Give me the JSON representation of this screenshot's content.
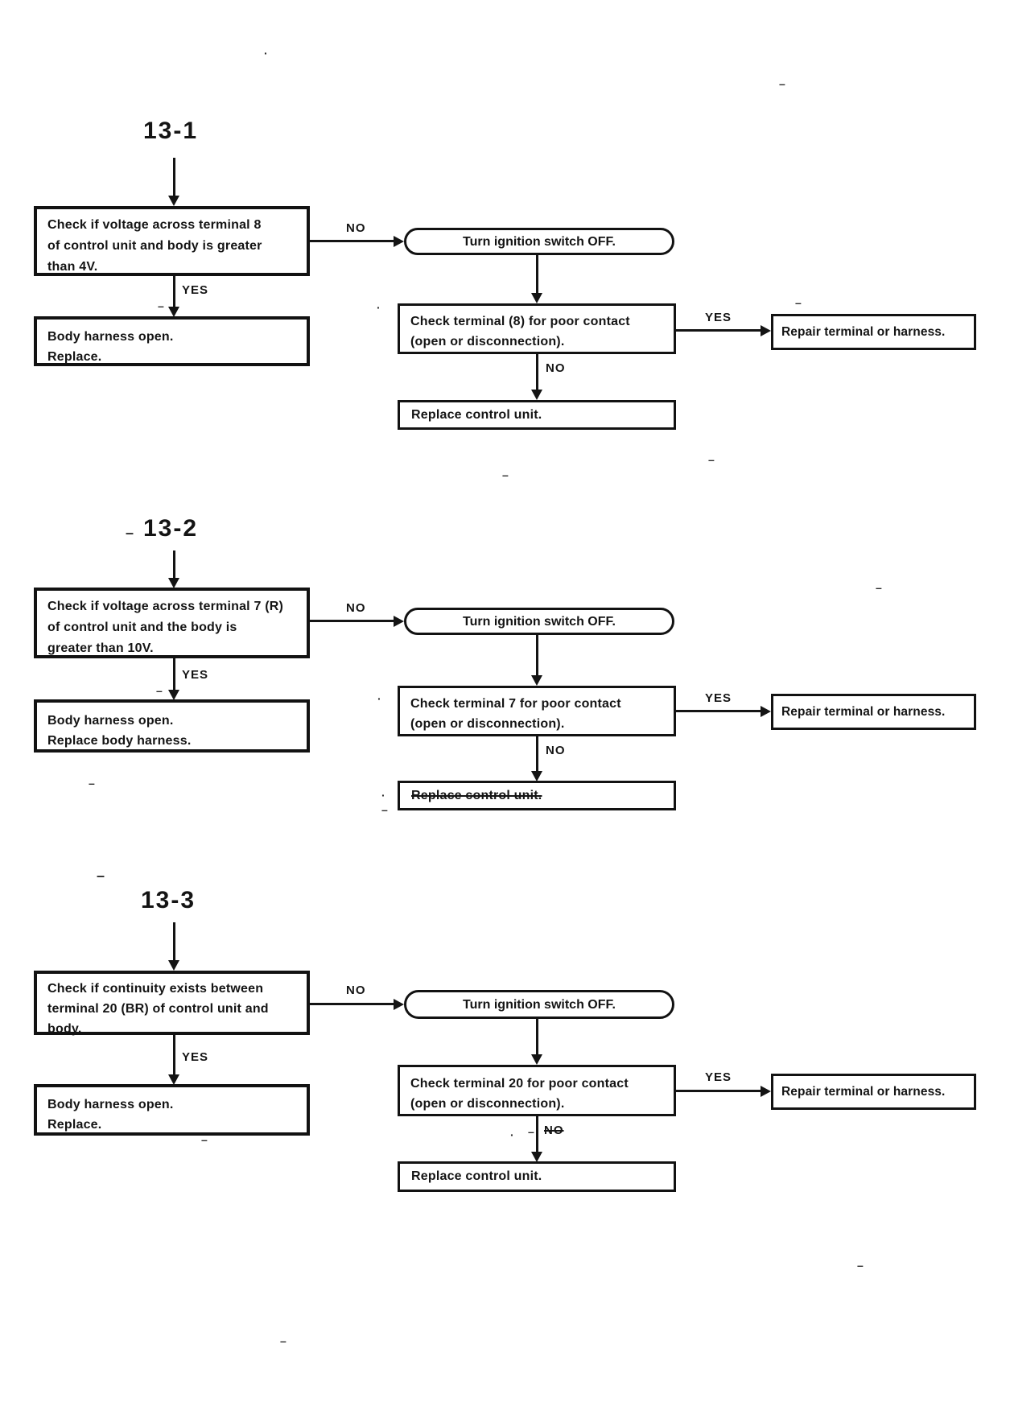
{
  "labels": {
    "yes": "YES",
    "no": "NO"
  },
  "artifacts": {
    "dash": "–",
    "dot": "·"
  },
  "sections": [
    {
      "title": "13-1",
      "start": [
        "Check if voltage across terminal 8",
        "of control unit and body is greater",
        "than 4V."
      ],
      "yes_result": [
        "Body harness open.",
        "Replace."
      ],
      "ignition": "Turn ignition switch OFF.",
      "check": [
        "Check terminal (8) for poor contact",
        "(open or disconnection)."
      ],
      "repair": "Repair terminal or harness.",
      "replace": "Replace control unit."
    },
    {
      "title": "13-2",
      "start": [
        "Check if voltage across terminal 7 (R)",
        "of control unit and the body is",
        "greater than 10V."
      ],
      "yes_result": [
        "Body harness open.",
        "Replace body harness."
      ],
      "ignition": "Turn ignition switch OFF.",
      "check": [
        "Check terminal 7 for poor contact",
        "(open or disconnection)."
      ],
      "repair": "Repair terminal or harness.",
      "replace": "Replace control unit."
    },
    {
      "title": "13-3",
      "start": [
        "Check if continuity exists between",
        "terminal 20 (BR) of control unit and",
        "body."
      ],
      "yes_result": [
        "Body harness open.",
        "Replace."
      ],
      "ignition": "Turn ignition switch OFF.",
      "check": [
        "Check terminal 20 for poor contact",
        "(open or disconnection)."
      ],
      "repair": "Repair terminal or harness.",
      "replace": "Replace control unit."
    }
  ]
}
